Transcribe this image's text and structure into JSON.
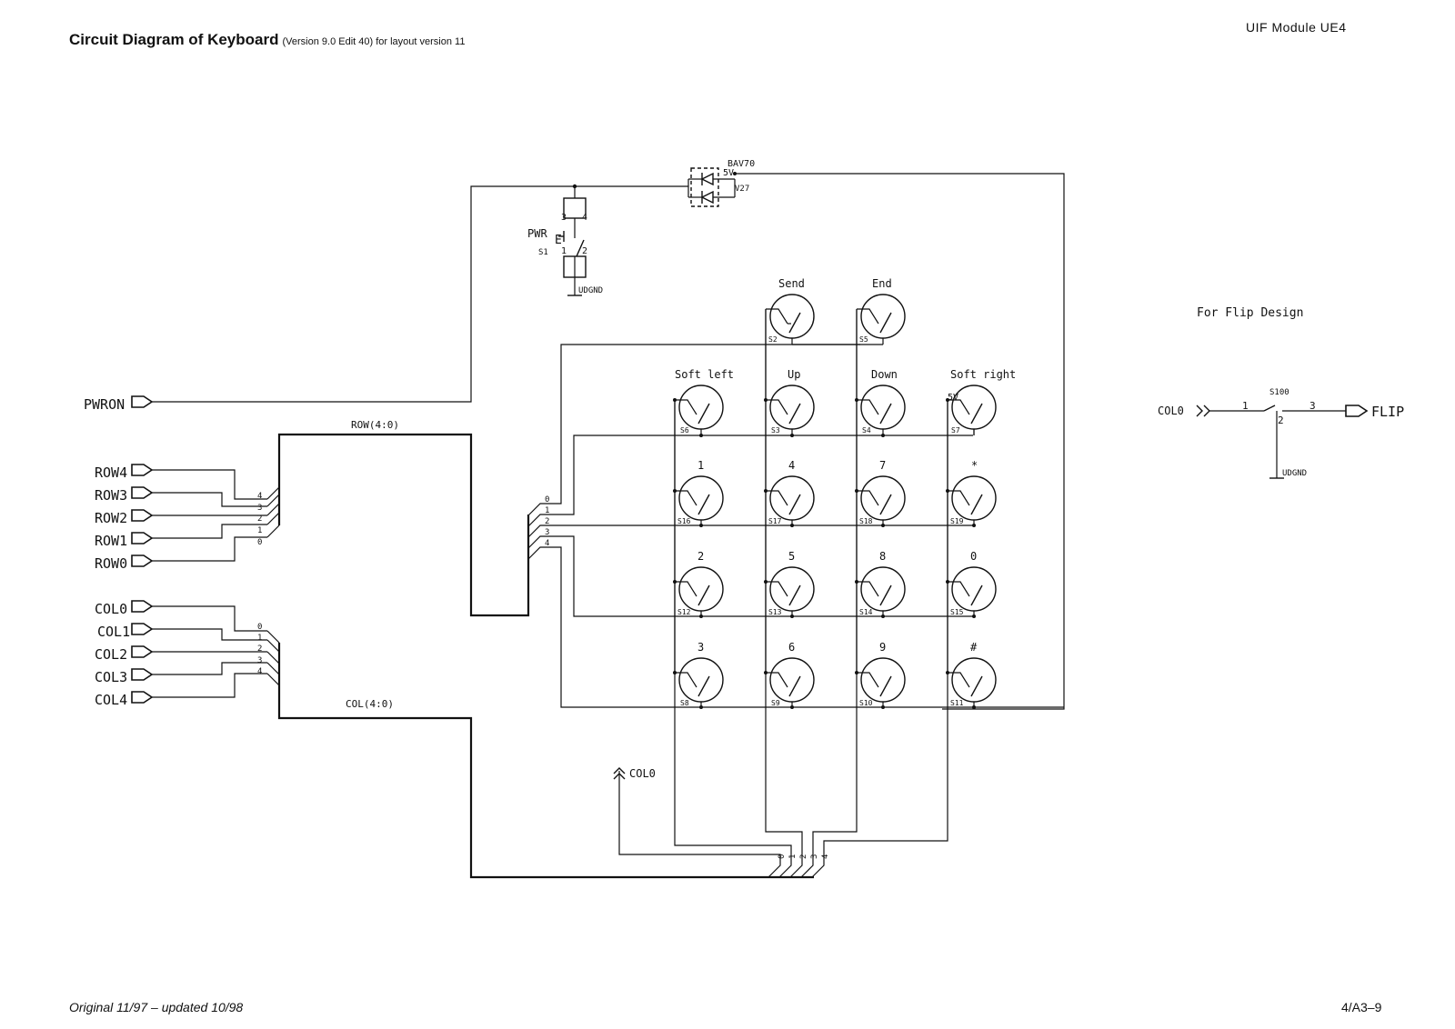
{
  "header": {
    "title": "Circuit Diagram of Keyboard",
    "subtitle": "(Version  9.0  Edit 40) for layout version 11",
    "module": "UIF Module UE4"
  },
  "footer": {
    "left": "Original 11/97 – updated 10/98",
    "right": "4/A3–9"
  },
  "ports": {
    "pwron": "PWRON",
    "rows": [
      "ROW4",
      "ROW3",
      "ROW2",
      "ROW1",
      "ROW0"
    ],
    "cols": [
      "COL0",
      "COL1",
      "COL2",
      "COL3",
      "COL4"
    ],
    "col0_up": "COL0"
  },
  "buses": {
    "row": "ROW(4:0)",
    "col": "COL(4:0)",
    "row_taps_left": [
      "4",
      "3",
      "2",
      "1",
      "0"
    ],
    "col_taps_left": [
      "0",
      "1",
      "2",
      "3",
      "4"
    ],
    "row_taps_right": [
      "0",
      "1",
      "2",
      "3",
      "4"
    ],
    "col_taps_bottom": [
      "0",
      "1",
      "2",
      "3",
      "4"
    ]
  },
  "power": {
    "diode": "BAV70",
    "diode_ref": "V27",
    "supply": "5V",
    "switch_name": "PWR",
    "switch_ref": "S1",
    "pins": [
      "3",
      "4",
      "1",
      "2"
    ],
    "pin_e": "E",
    "ground": "UDGND"
  },
  "keys": [
    {
      "label": "Send",
      "ref": "S2"
    },
    {
      "label": "End",
      "ref": "S5"
    },
    {
      "label": "Soft left",
      "ref": "S6"
    },
    {
      "label": "Up",
      "ref": "S3"
    },
    {
      "label": "Down",
      "ref": "S4"
    },
    {
      "label": "Soft right",
      "ref": "S7"
    },
    {
      "label": "1",
      "ref": "S16"
    },
    {
      "label": "4",
      "ref": "S17"
    },
    {
      "label": "7",
      "ref": "S18"
    },
    {
      "label": "*",
      "ref": "S19"
    },
    {
      "label": "2",
      "ref": "S12"
    },
    {
      "label": "5",
      "ref": "S13"
    },
    {
      "label": "8",
      "ref": "S14"
    },
    {
      "label": "0",
      "ref": "S15"
    },
    {
      "label": "3",
      "ref": "S8"
    },
    {
      "label": "6",
      "ref": "S9"
    },
    {
      "label": "9",
      "ref": "S10"
    },
    {
      "label": "#",
      "ref": "S11"
    }
  ],
  "soft_right_supply": "5V",
  "flip": {
    "title": "For Flip Design",
    "input": "COL0",
    "output": "FLIP",
    "ref": "S100",
    "pins": [
      "1",
      "2",
      "3"
    ],
    "ground": "UDGND"
  }
}
